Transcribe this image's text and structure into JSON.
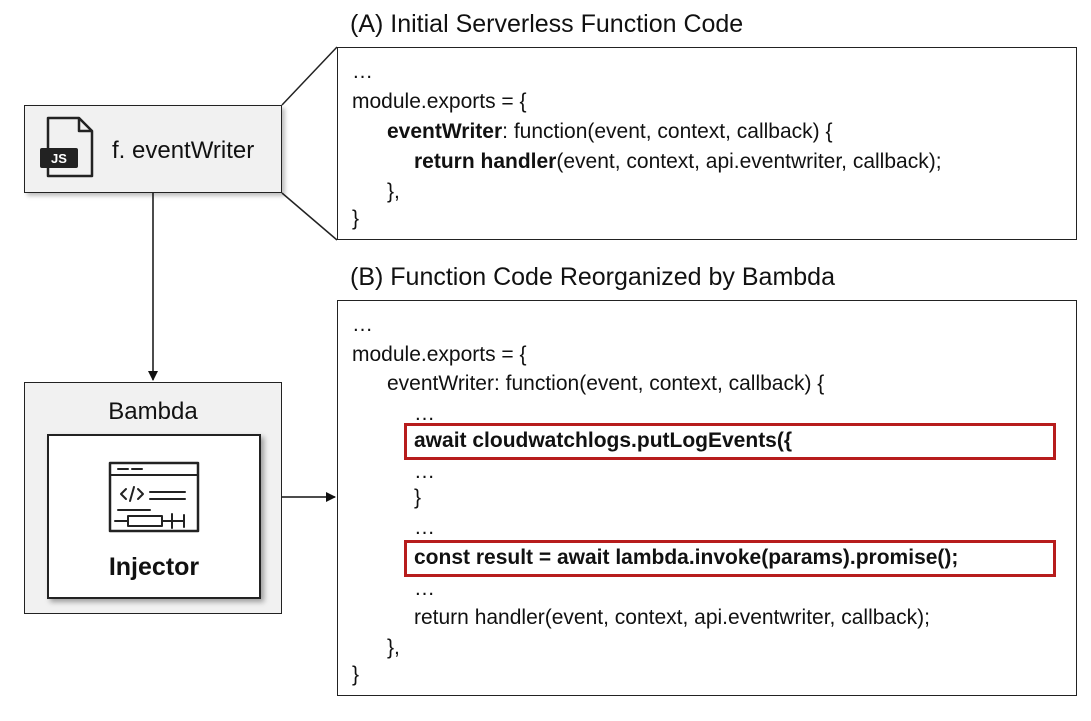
{
  "panel_a": {
    "title": "(A) Initial Serverless Function Code",
    "lines": {
      "l0": "…",
      "l1": "module.exports = {",
      "l2_bold": "eventWriter",
      "l2_rest": ": function(event, context, callback) {",
      "l3_bold": "return handler",
      "l3_rest": "(event, context, api.eventwriter, callback);",
      "l4": "},",
      "l5": "}"
    }
  },
  "panel_b": {
    "title": "(B) Function Code Reorganized by Bambda",
    "lines": {
      "l0": "…",
      "l1": "module.exports = {",
      "l2": "eventWriter: function(event, context, callback) {",
      "l3": "…",
      "l4": "await cloudwatchlogs.putLogEvents({",
      "l5": "…",
      "l6": "}",
      "l7": "…",
      "l8": "const result = await lambda.invoke(params).promise();",
      "l9": "…",
      "l10": "return handler(event, context, api.eventwriter, callback);",
      "l11": "},",
      "l12": "}"
    },
    "highlight_color": "#b71c1c"
  },
  "function_node": {
    "label": "f. eventWriter",
    "icon": "js-file-icon",
    "icon_badge": "JS"
  },
  "bambda_node": {
    "title": "Bambda",
    "injector_label": "Injector",
    "injector_icon": "code-injection-window-icon"
  }
}
